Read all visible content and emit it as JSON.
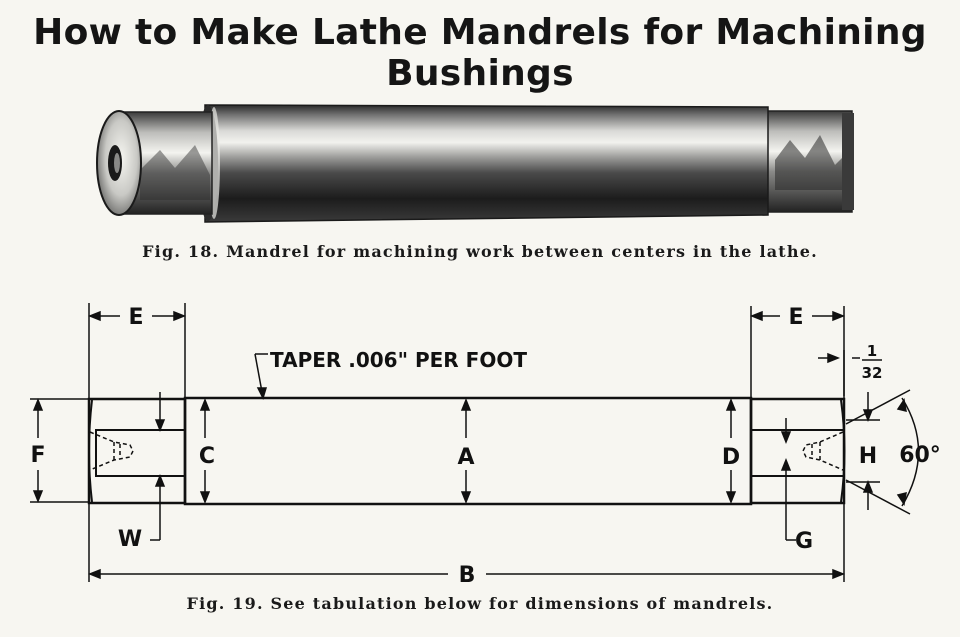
{
  "title": "How to Make Lathe Mandrels for Machining Bushings",
  "fig18_caption": "Fig. 18. Mandrel for machining work between centers in the lathe.",
  "fig19_caption": "Fig. 19. See tabulation below for dimensions of mandrels.",
  "drawing": {
    "taper_note": "TAPER .006\" PER FOOT",
    "labels": {
      "E_left": "E",
      "E_right": "E",
      "F": "F",
      "C": "C",
      "A": "A",
      "D": "D",
      "H": "H",
      "W": "W",
      "G": "G",
      "B": "B",
      "angle": "60°",
      "fraction_num": "1",
      "fraction_den": "32"
    }
  }
}
